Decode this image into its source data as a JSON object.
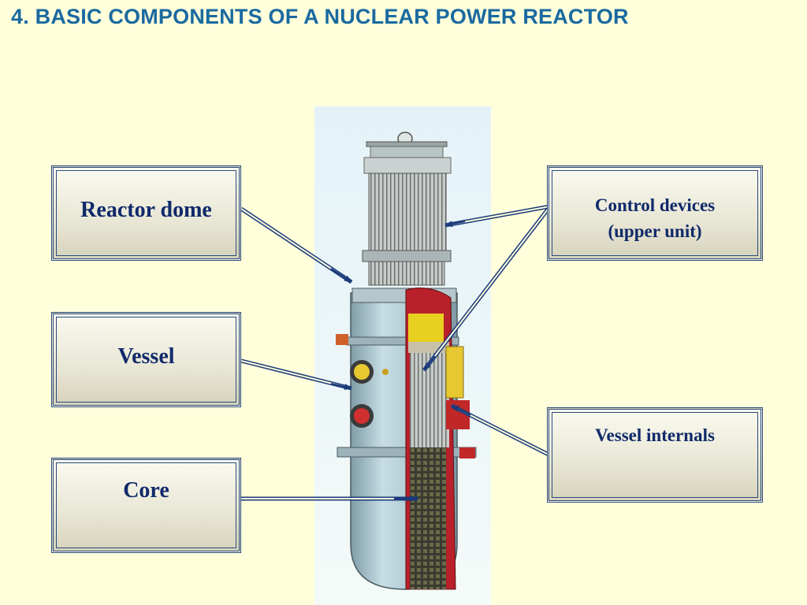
{
  "title": "4. BASIC COMPONENTS OF A NUCLEAR POWER REACTOR",
  "labels": {
    "reactor_dome": "Reactor dome",
    "vessel": "Vessel",
    "core": "Core",
    "control_devices_line1": "Control devices",
    "control_devices_line2": "(upper unit)",
    "vessel_internals": "Vessel internals"
  },
  "colors": {
    "title": "#1a6aa0",
    "background": "#ffffdc",
    "label_text": "#102a6a",
    "arrow": "#1a3a7a",
    "vessel_body": "#a9c6d0",
    "cutaway_red": "#b8202a",
    "cutaway_yellow": "#e8d020"
  }
}
